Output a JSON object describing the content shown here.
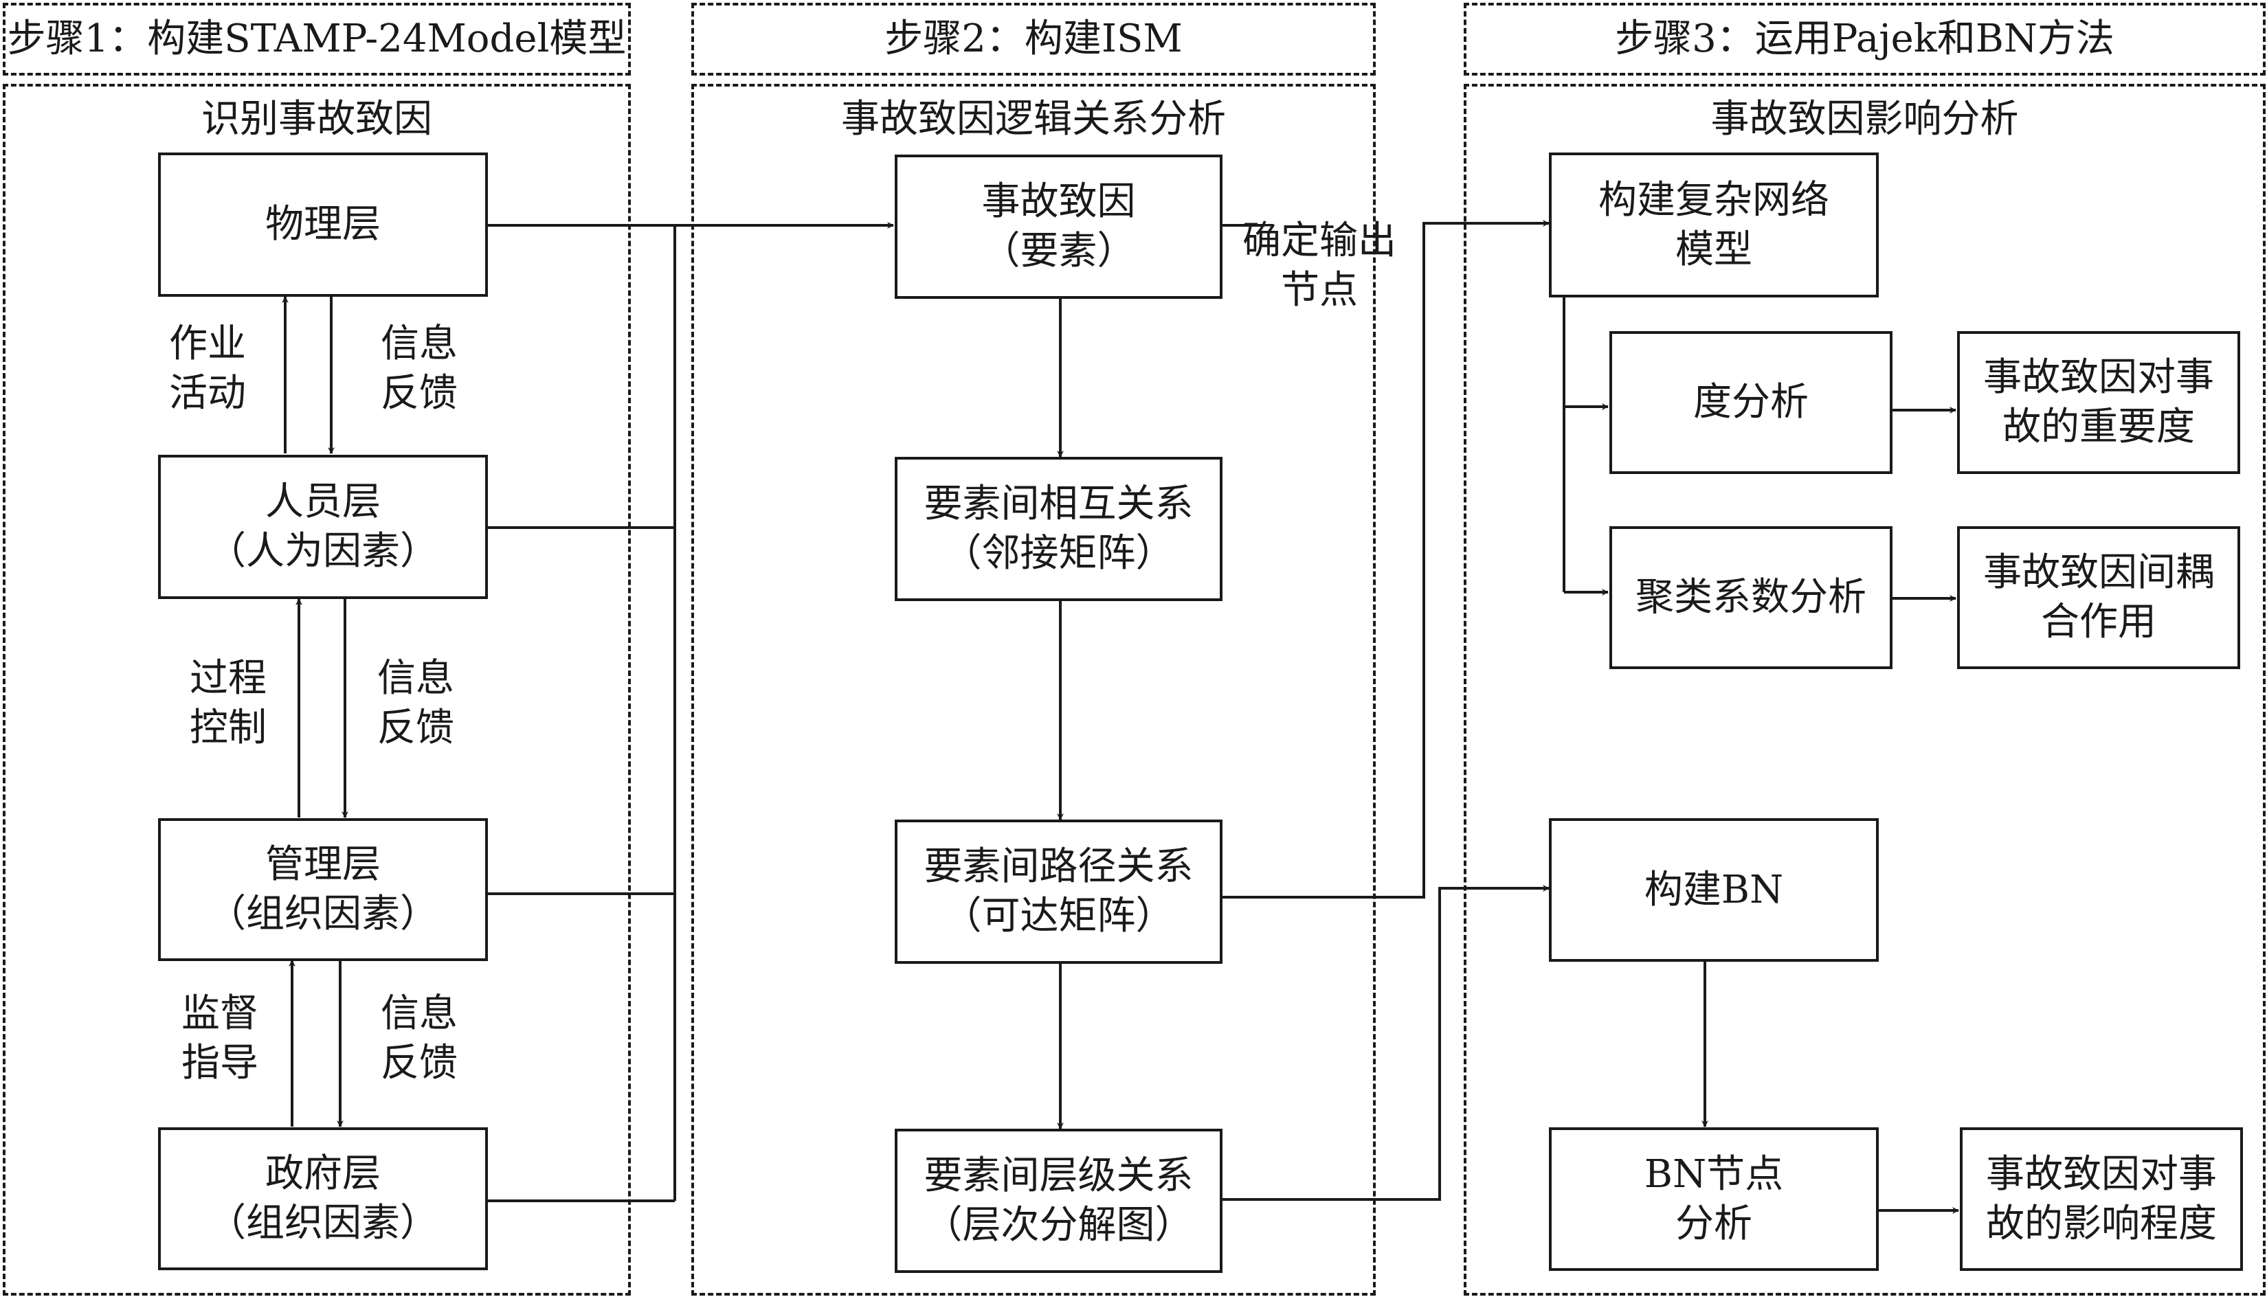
{
  "steps": [
    {
      "title": "步骤1：构建STAMP-24Model模型",
      "section": "识别事故致因",
      "boxes": [
        {
          "id": "physical",
          "lines": [
            "物理层"
          ]
        },
        {
          "id": "personnel",
          "lines": [
            "人员层",
            "（人为因素）"
          ]
        },
        {
          "id": "management",
          "lines": [
            "管理层",
            "（组织因素）"
          ]
        },
        {
          "id": "government",
          "lines": [
            "政府层",
            "（组织因素）"
          ]
        }
      ],
      "edge_labels": [
        {
          "id": "work",
          "lines": [
            "作业",
            "活动"
          ]
        },
        {
          "id": "fb1",
          "lines": [
            "信息",
            "反馈"
          ]
        },
        {
          "id": "process",
          "lines": [
            "过程",
            "控制"
          ]
        },
        {
          "id": "fb2",
          "lines": [
            "信息",
            "反馈"
          ]
        },
        {
          "id": "supervise",
          "lines": [
            "监督",
            "指导"
          ]
        },
        {
          "id": "fb3",
          "lines": [
            "信息",
            "反馈"
          ]
        }
      ]
    },
    {
      "title": "步骤2：构建ISM",
      "section": "事故致因逻辑关系分析",
      "boxes": [
        {
          "id": "factor",
          "lines": [
            "事故致因",
            "（要素）"
          ]
        },
        {
          "id": "adjacency",
          "lines": [
            "要素间相互关系",
            "（邻接矩阵）"
          ]
        },
        {
          "id": "reachability",
          "lines": [
            "要素间路径关系",
            "（可达矩阵）"
          ]
        },
        {
          "id": "hierarchy",
          "lines": [
            "要素间层级关系",
            "（层次分解图）"
          ]
        }
      ],
      "edge_labels": [
        {
          "id": "output",
          "lines": [
            "确定输出",
            "节点"
          ]
        }
      ]
    },
    {
      "title": "步骤3：运用Pajek和BN方法",
      "section": "事故致因影响分析",
      "boxes": [
        {
          "id": "network",
          "lines": [
            "构建复杂网络",
            "模型"
          ]
        },
        {
          "id": "degree",
          "lines": [
            "度分析"
          ]
        },
        {
          "id": "importance",
          "lines": [
            "事故致因对事",
            "故的重要度"
          ]
        },
        {
          "id": "cluster",
          "lines": [
            "聚类系数分析"
          ]
        },
        {
          "id": "coupling",
          "lines": [
            "事故致因间耦",
            "合作用"
          ]
        },
        {
          "id": "bn",
          "lines": [
            "构建BN"
          ]
        },
        {
          "id": "bnnode",
          "lines": [
            "BN节点",
            "分析"
          ]
        },
        {
          "id": "influence",
          "lines": [
            "事故致因对事",
            "故的影响程度"
          ]
        }
      ]
    }
  ]
}
